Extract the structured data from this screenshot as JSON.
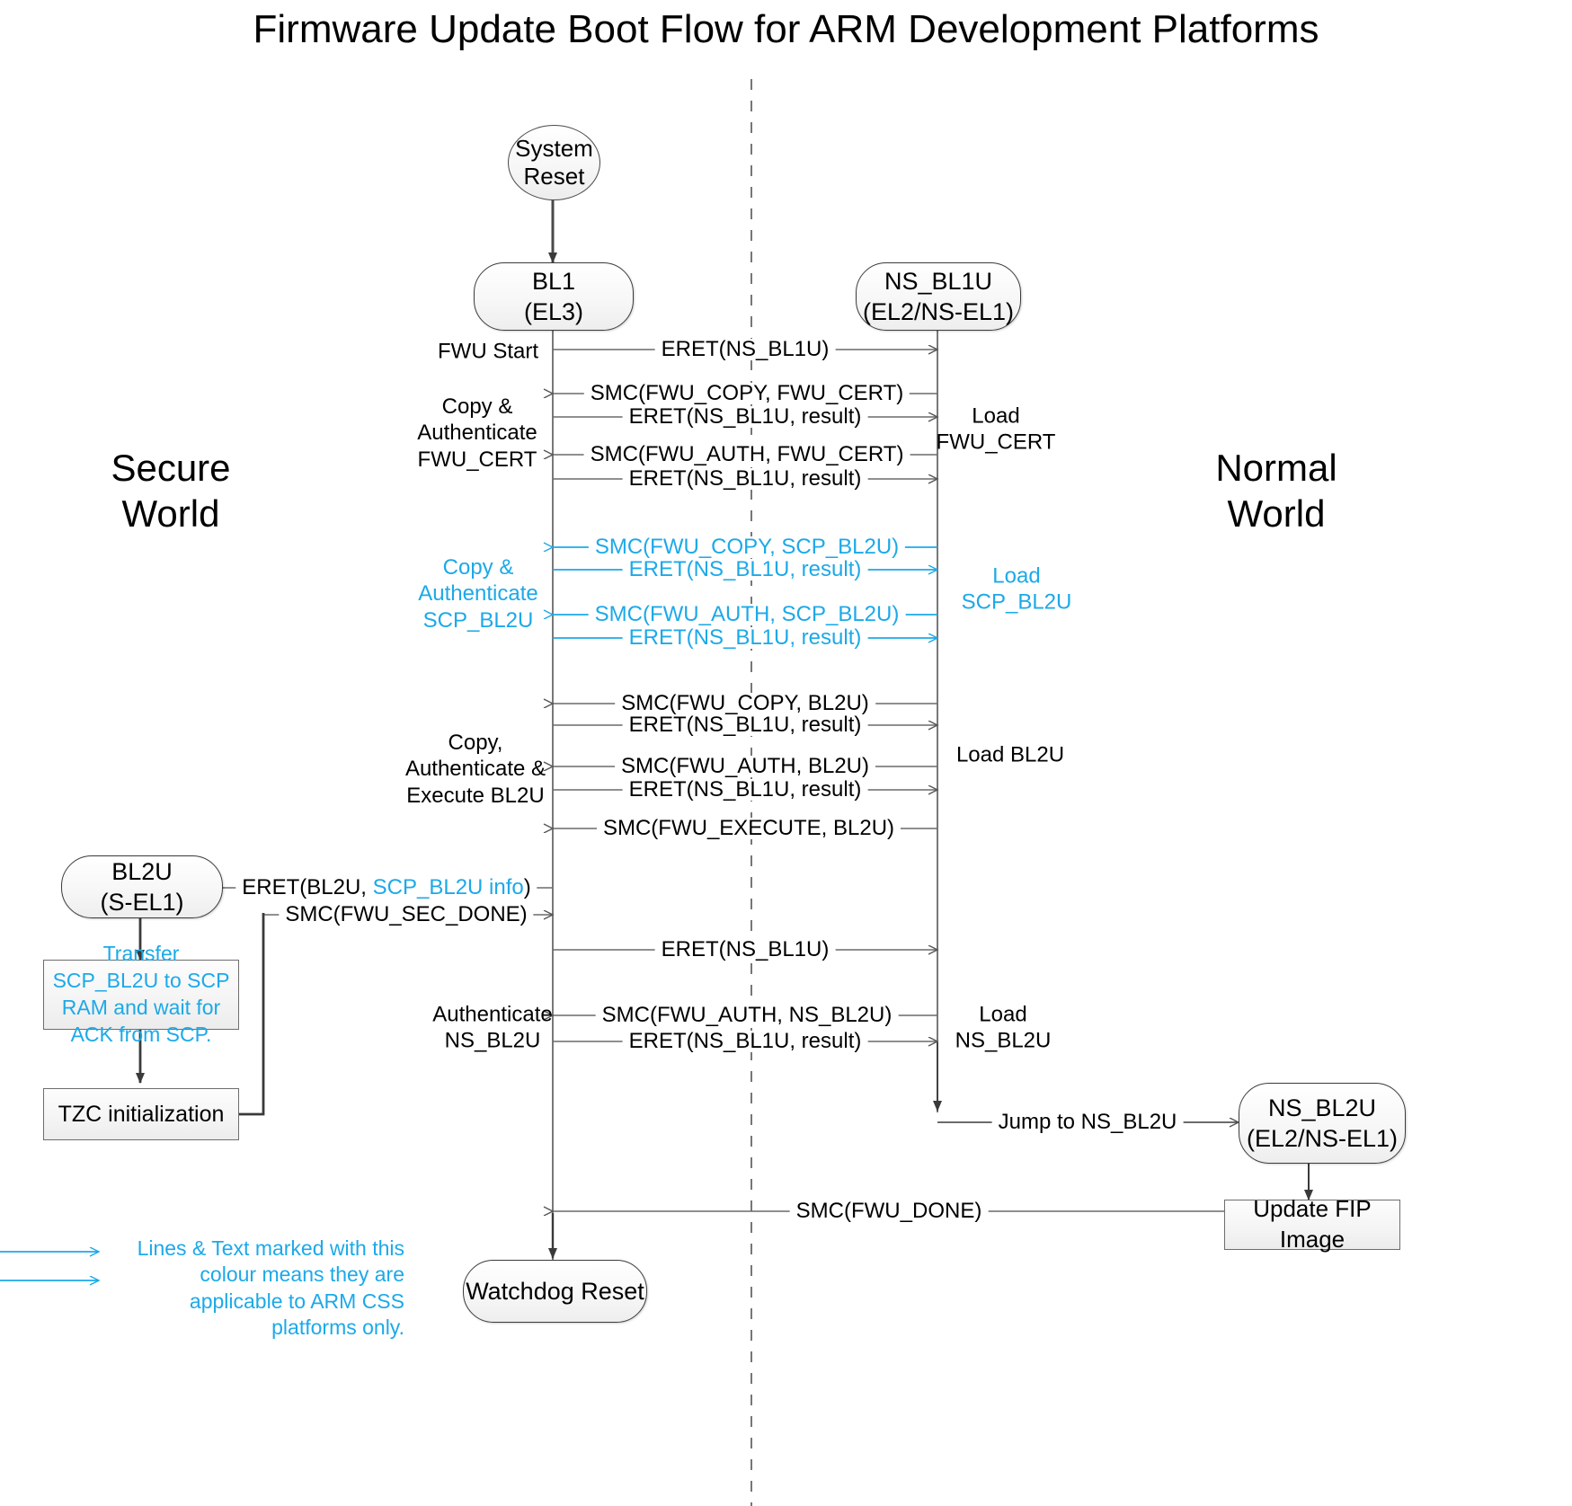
{
  "title": "Firmware Update Boot Flow for ARM Development Platforms",
  "colors": {
    "accent_cyan": "#1CA9E8",
    "line_black": "#3a3a3a",
    "node_fill": "#f2f2f2",
    "background": "#ffffff"
  },
  "worlds": {
    "secure": "Secure\nWorld",
    "normal": "Normal\nWorld"
  },
  "nodes": {
    "system_reset": {
      "line1": "System",
      "line2": "Reset"
    },
    "bl1": {
      "line1": "BL1",
      "line2": "(EL3)"
    },
    "ns_bl1u": {
      "line1": "NS_BL1U",
      "line2": "(EL2/NS-EL1)"
    },
    "bl2u": {
      "line1": "BL2U",
      "line2": "(S-EL1)"
    },
    "ns_bl2u": {
      "line1": "NS_BL2U",
      "line2": "(EL2/NS-EL1)"
    },
    "watchdog_reset": {
      "line1": "Watchdog Reset",
      "line2": ""
    },
    "transfer_scp": {
      "text": "Transfer SCP_BL2U to SCP RAM and wait for ACK from SCP."
    },
    "tzc_init": {
      "text": "TZC initialization"
    },
    "update_fip": {
      "text": "Update FIP Image"
    }
  },
  "messages": [
    {
      "id": "m1",
      "label": "ERET(NS_BL1U)",
      "dir": "right",
      "color": "black"
    },
    {
      "id": "m2",
      "label": "SMC(FWU_COPY, FWU_CERT)",
      "dir": "left",
      "color": "black"
    },
    {
      "id": "m3",
      "label": "ERET(NS_BL1U, result)",
      "dir": "right",
      "color": "black"
    },
    {
      "id": "m4",
      "label": "SMC(FWU_AUTH, FWU_CERT)",
      "dir": "left",
      "color": "black"
    },
    {
      "id": "m5",
      "label": "ERET(NS_BL1U, result)",
      "dir": "right",
      "color": "black"
    },
    {
      "id": "m6",
      "label": "SMC(FWU_COPY, SCP_BL2U)",
      "dir": "left",
      "color": "cyan"
    },
    {
      "id": "m7",
      "label": "ERET(NS_BL1U, result)",
      "dir": "right",
      "color": "cyan"
    },
    {
      "id": "m8",
      "label": "SMC(FWU_AUTH, SCP_BL2U)",
      "dir": "left",
      "color": "cyan"
    },
    {
      "id": "m9",
      "label": "ERET(NS_BL1U, result)",
      "dir": "right",
      "color": "cyan"
    },
    {
      "id": "m10",
      "label": "SMC(FWU_COPY, BL2U)",
      "dir": "left",
      "color": "black"
    },
    {
      "id": "m11",
      "label": "ERET(NS_BL1U, result)",
      "dir": "right",
      "color": "black"
    },
    {
      "id": "m12",
      "label": "SMC(FWU_AUTH, BL2U)",
      "dir": "left",
      "color": "black"
    },
    {
      "id": "m13",
      "label": "ERET(NS_BL1U, result)",
      "dir": "right",
      "color": "black"
    },
    {
      "id": "m14",
      "label": "SMC(FWU_EXECUTE, BL2U)",
      "dir": "left",
      "color": "black"
    },
    {
      "id": "m15",
      "label": "ERET(BL2U, SCP_BL2U info)",
      "dir": "left",
      "color": "mixed",
      "parts": [
        {
          "t": "ERET(BL2U, ",
          "c": "black"
        },
        {
          "t": "SCP_BL2U info",
          "c": "cyan"
        },
        {
          "t": ")",
          "c": "black"
        }
      ]
    },
    {
      "id": "m16",
      "label": "SMC(FWU_SEC_DONE)",
      "dir": "right",
      "color": "black"
    },
    {
      "id": "m17",
      "label": "ERET(NS_BL1U)",
      "dir": "right",
      "color": "black"
    },
    {
      "id": "m18",
      "label": "SMC(FWU_AUTH, NS_BL2U)",
      "dir": "left",
      "color": "black"
    },
    {
      "id": "m19",
      "label": "ERET(NS_BL1U, result)",
      "dir": "right",
      "color": "black"
    },
    {
      "id": "m20",
      "label": "Jump to NS_BL2U",
      "dir": "right",
      "color": "black"
    },
    {
      "id": "m21",
      "label": "SMC(FWU_DONE)",
      "dir": "left",
      "color": "black"
    }
  ],
  "annotations": {
    "fwu_start": {
      "text": "FWU Start",
      "color": "black"
    },
    "copy_auth_cert": {
      "text": "Copy &\nAuthenticate\nFWU_CERT",
      "color": "black"
    },
    "load_fwu_cert": {
      "text": "Load\nFWU_CERT",
      "color": "black"
    },
    "copy_auth_scp": {
      "text": "Copy &\nAuthenticate\nSCP_BL2U",
      "color": "cyan"
    },
    "load_scp_bl2u": {
      "text": "Load\nSCP_BL2U",
      "color": "cyan"
    },
    "copy_auth_exec": {
      "text": "Copy,\nAuthenticate &\nExecute BL2U",
      "color": "black"
    },
    "load_bl2u": {
      "text": "Load BL2U",
      "color": "black"
    },
    "authenticate_ns": {
      "text": "Authenticate\nNS_BL2U",
      "color": "black"
    },
    "load_ns_bl2u": {
      "text": "Load\nNS_BL2U",
      "color": "black"
    }
  },
  "legend": {
    "text": "Lines & Text marked with this colour means they are applicable to ARM CSS platforms only.",
    "color": "#1CA9E8"
  }
}
